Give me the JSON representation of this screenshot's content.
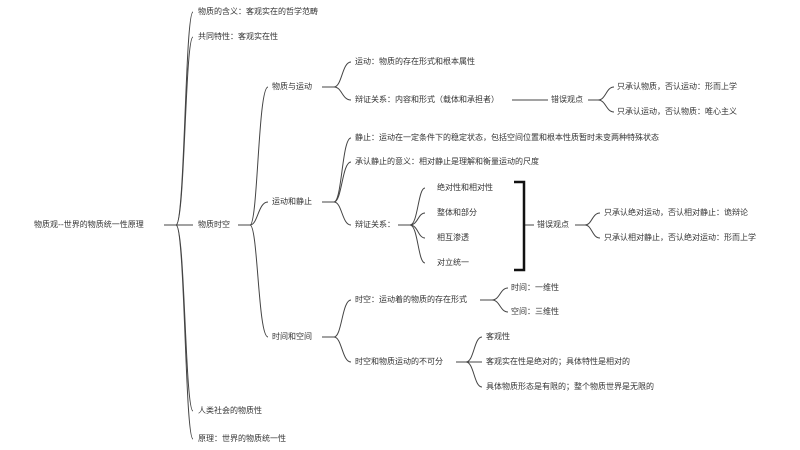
{
  "mindmap": {
    "root": "物质观--世界的物质统一性原理",
    "n_meaning": "物质的含义：客观实在的哲学范畴",
    "n_common": "共同特性：客观实在性",
    "n_motion_time": "物质时空",
    "n_matter_motion": "物质与运动",
    "n_motion_def": "运动：物质的存在形式和根本属性",
    "n_dialectic1": "辩证关系：内容和形式（载体和承担者）",
    "n_error1": "错误观点",
    "n_err1a": "只承认物质，否认运动：形而上学",
    "n_err1b": "只承认运动，否认物质：唯心主义",
    "n_motion_rest": "运动和静止",
    "n_rest_def": "静止：运动在一定条件下的稳定状态，包括空间位置和根本性质暂时未变两种特殊状态",
    "n_rest_meaning": "承认静止的意义：相对静止是理解和衡量运动的尺度",
    "n_dialectic2": "辩证关系：",
    "n_abs_rel": "绝对性和相对性",
    "n_whole_part": "整体和部分",
    "n_interpenetrate": "相互渗透",
    "n_unity": "对立统一",
    "n_error2": "错误观点",
    "n_err2a": "只承认绝对运动，否认相对静止：诡辩论",
    "n_err2b": "只承认相对静止，否认绝对运动：形而上学",
    "n_time_space": "时间和空间",
    "n_ts_def": "时空：运动着的物质的存在形式",
    "n_time": "时间：一维性",
    "n_space": "空间：三维性",
    "n_inseparable": "时空和物质运动的不可分",
    "n_objective": "客观性",
    "n_absolute": "客观实在性是绝对的；具体特性是相对的",
    "n_finite": "具体物质形态是有限的；整个物质世界是无限的",
    "n_social": "人类社会的物质性",
    "n_principle": "原理：世界的物质统一性"
  }
}
